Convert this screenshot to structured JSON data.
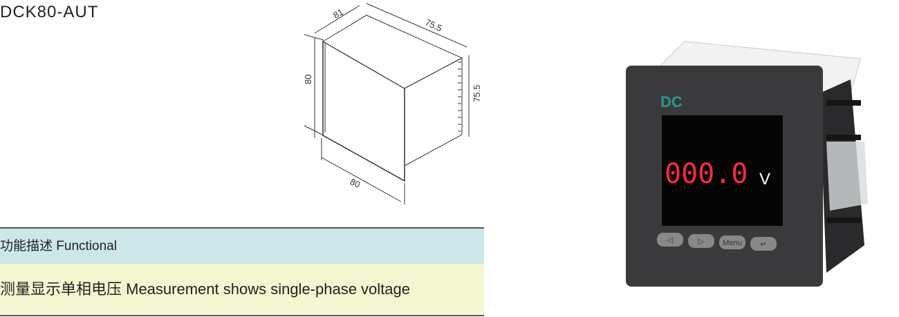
{
  "product": {
    "model": "DCK80-AUT"
  },
  "diagram": {
    "dims": {
      "width_front": "81",
      "depth_top": "75.5",
      "height_left": "80",
      "height_right": "75.5",
      "width_bottom": "80"
    }
  },
  "table": {
    "header": "功能描述 Functional",
    "description": "测量显示单相电压  Measurement shows single-phase voltage"
  },
  "device": {
    "brand": "DC",
    "reading": "000.0",
    "unit": "V",
    "buttons": [
      "◁",
      "▷",
      "Menu",
      "↵"
    ]
  },
  "colors": {
    "header_bg": "#cce7e7",
    "desc_bg": "#f5f7d0",
    "led": "#ff2a3a",
    "brand": "#2a9a8a"
  }
}
